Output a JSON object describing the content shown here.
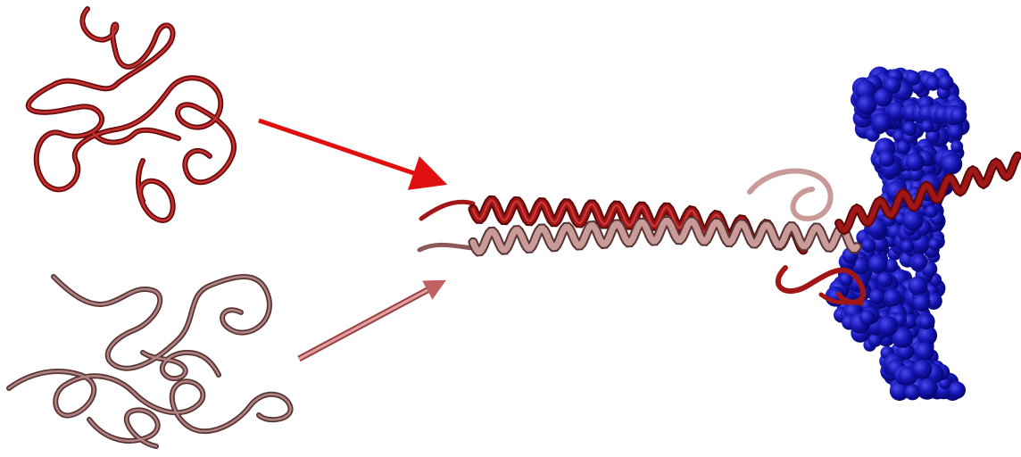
{
  "figure": {
    "description_visible_text": "",
    "colors": {
      "monomer_a": "#a11616",
      "monomer_a_highlight": "#d23a3a",
      "monomer_b": "#8a5a5a",
      "monomer_b_highlight": "#c89a98",
      "arrow_a": "#e01010",
      "arrow_b": "#c06060",
      "dna": "#0d0d9a",
      "dna_highlight": "#3a3ad8"
    },
    "elements": [
      {
        "id": "monomer-a-coil",
        "kind": "disordered-chain",
        "color": "monomer_a"
      },
      {
        "id": "monomer-b-coil",
        "kind": "disordered-chain",
        "color": "monomer_b"
      },
      {
        "id": "arrow-a",
        "kind": "arrow",
        "color": "arrow_a"
      },
      {
        "id": "arrow-b",
        "kind": "arrow",
        "color": "arrow_b"
      },
      {
        "id": "coiled-coil-dimer",
        "kind": "helix-pair"
      },
      {
        "id": "dna-duplex",
        "kind": "space-filling",
        "color": "dna"
      }
    ]
  }
}
